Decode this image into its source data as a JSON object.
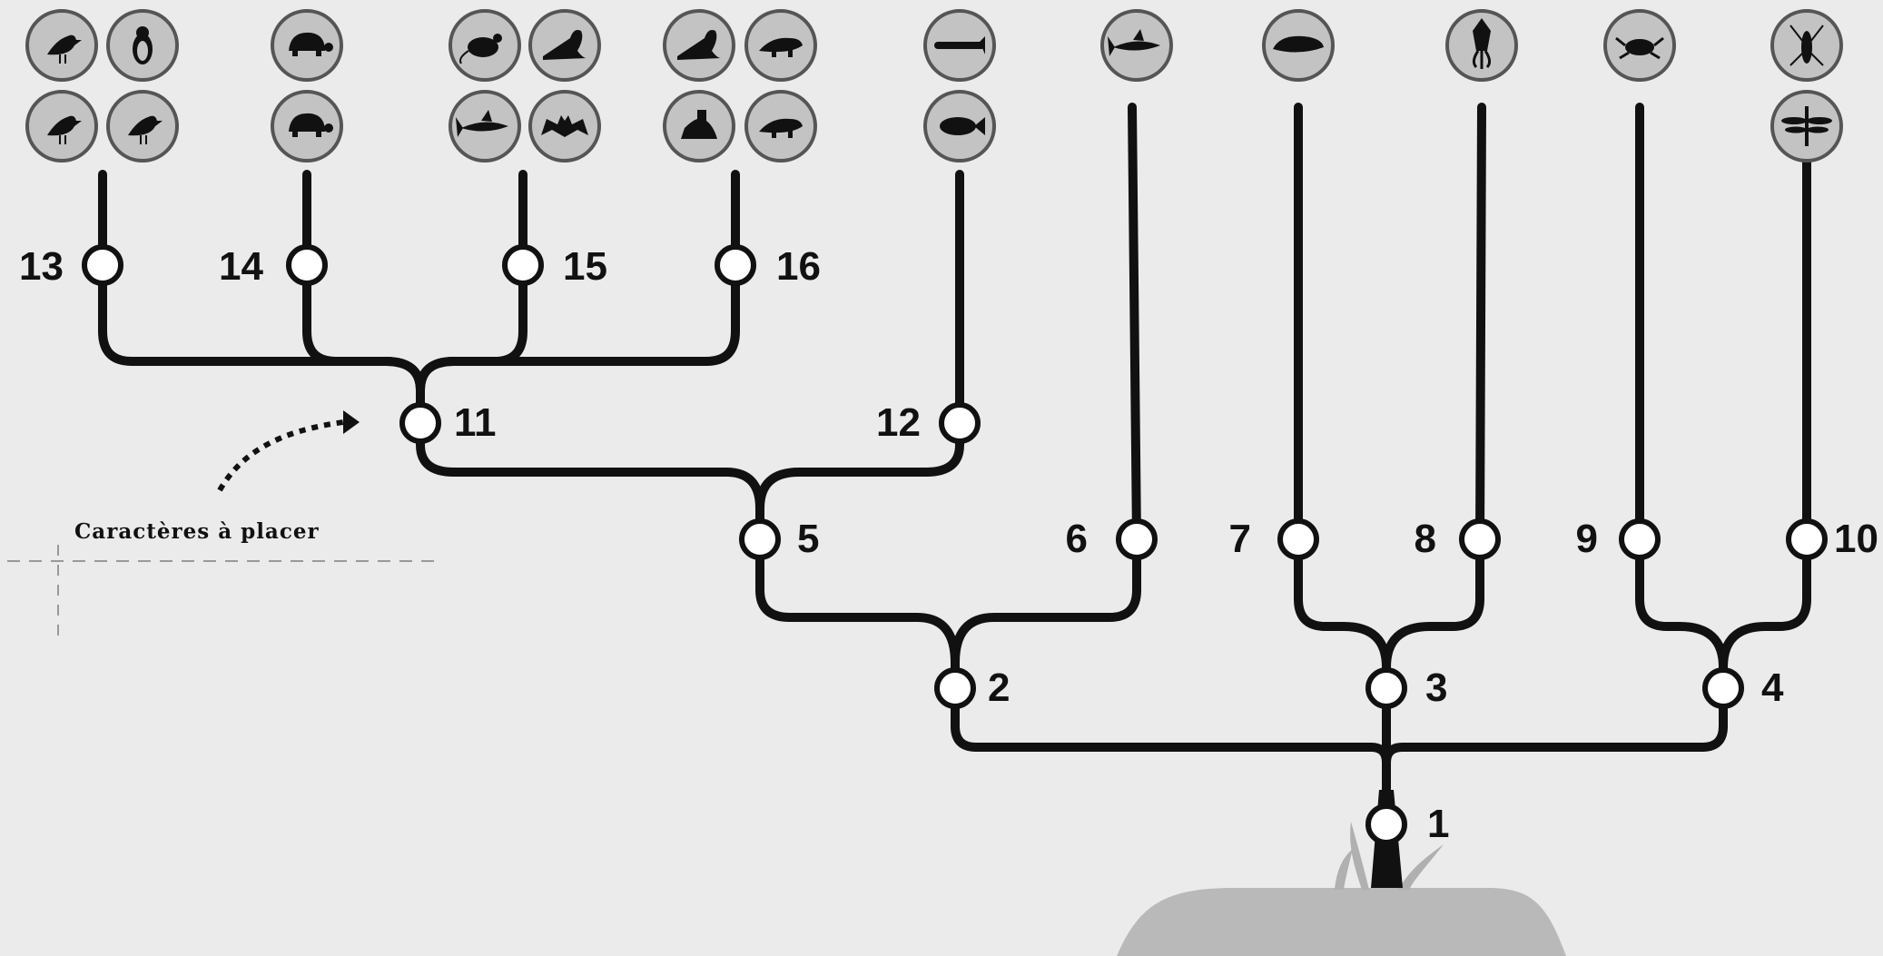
{
  "caption": "Caractères à placer",
  "nodes": [
    {
      "id": 1,
      "label": "1"
    },
    {
      "id": 2,
      "label": "2"
    },
    {
      "id": 3,
      "label": "3"
    },
    {
      "id": 4,
      "label": "4"
    },
    {
      "id": 5,
      "label": "5"
    },
    {
      "id": 6,
      "label": "6"
    },
    {
      "id": 7,
      "label": "7"
    },
    {
      "id": 8,
      "label": "8"
    },
    {
      "id": 9,
      "label": "9"
    },
    {
      "id": 10,
      "label": "10"
    },
    {
      "id": 11,
      "label": "11"
    },
    {
      "id": 12,
      "label": "12"
    },
    {
      "id": 13,
      "label": "13"
    },
    {
      "id": 14,
      "label": "14"
    },
    {
      "id": 15,
      "label": "15"
    },
    {
      "id": 16,
      "label": "16"
    }
  ],
  "taxa_icons": [
    [
      "bird-icon",
      "penguin-icon",
      "bird-icon",
      "bird-icon"
    ],
    [
      "turtle-icon",
      "turtle-icon"
    ],
    [
      "mouse-icon",
      "sea-lion-icon",
      "dolphin-icon",
      "bat-icon"
    ],
    [
      "seal-icon",
      "lizard-icon",
      "frog-icon",
      "newt-icon"
    ],
    [
      "lamprey-icon",
      "fish-icon"
    ],
    [
      "shark-icon"
    ],
    [
      "slug-icon"
    ],
    [
      "squid-icon"
    ],
    [
      "crab-icon"
    ],
    [
      "grasshopper-icon",
      "dragonfly-icon"
    ]
  ],
  "colors": {
    "background": "#ebebeb",
    "branch": "#111111",
    "icon_fill": "#c3c3c3",
    "icon_border": "#555555",
    "node_fill": "#ffffff",
    "ground": "#b9b9b9"
  }
}
